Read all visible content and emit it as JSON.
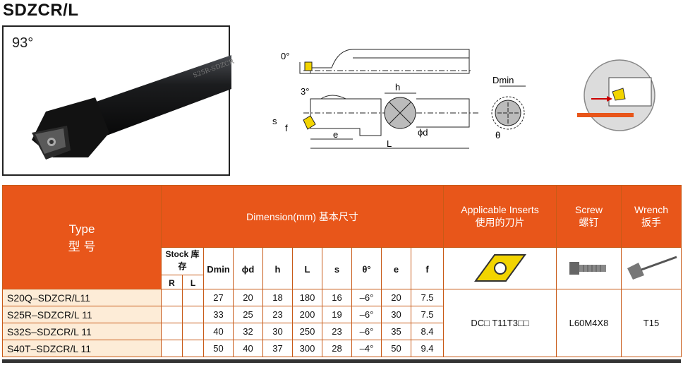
{
  "title": "SDZCR/L",
  "photo": {
    "angle": "93°",
    "engraving": "S25R-SDZCR"
  },
  "drawing": {
    "top_angle": "0°",
    "side_angle": "3°",
    "labels": {
      "h": "h",
      "s": "s",
      "f": "f",
      "e": "e",
      "L": "L",
      "phid": "ϕd",
      "dmin": "Dmin",
      "theta": "θ"
    }
  },
  "table": {
    "type_label": "Type",
    "type_label_cn": "型 号",
    "dimension_label": "Dimension(mm) 基本尺寸",
    "inserts_label": "Applicable Inserts",
    "inserts_label_cn": "使用的刀片",
    "screw_label": "Screw",
    "screw_label_cn": "螺钉",
    "wrench_label": "Wrench",
    "wrench_label_cn": "扳手",
    "stock_label": "Stock 库存",
    "cols": [
      "R",
      "L",
      "Dmin",
      "ϕd",
      "h",
      "L",
      "s",
      "θ°",
      "e",
      "f"
    ],
    "rows": [
      {
        "type": "S20Q–SDZCR/L11",
        "R": "",
        "L": "",
        "Dmin": "27",
        "d": "20",
        "h": "18",
        "Lv": "180",
        "s": "16",
        "theta": "–6°",
        "e": "20",
        "f": "7.5"
      },
      {
        "type": "S25R–SDZCR/L 11",
        "R": "",
        "L": "",
        "Dmin": "33",
        "d": "25",
        "h": "23",
        "Lv": "200",
        "s": "19",
        "theta": "–6°",
        "e": "30",
        "f": "7.5"
      },
      {
        "type": "S32S–SDZCR/L 11",
        "R": "",
        "L": "",
        "Dmin": "40",
        "d": "32",
        "h": "30",
        "Lv": "250",
        "s": "23",
        "theta": "–6°",
        "e": "35",
        "f": "8.4"
      },
      {
        "type": "S40T–SDZCR/L 11",
        "R": "",
        "L": "",
        "Dmin": "50",
        "d": "40",
        "h": "37",
        "Lv": "300",
        "s": "28",
        "theta": "–4°",
        "e": "50",
        "f": "9.4"
      }
    ],
    "insert_value": "DC□ T11T3□□",
    "screw_value": "L60M4X8",
    "wrench_value": "T15"
  },
  "colors": {
    "header": "#e8561a",
    "type_cell": "#fdecd7",
    "insert_yellow": "#f2d400"
  }
}
